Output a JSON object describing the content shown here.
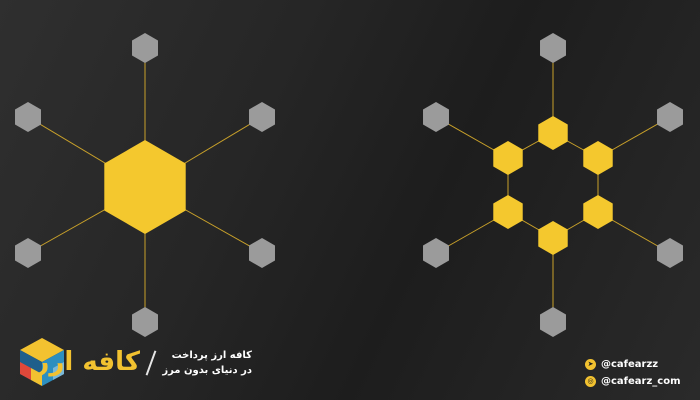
{
  "brand": {
    "name": "کافه ارز",
    "tagline_line1": "کافه ارز پرداخت",
    "tagline_line2": "در دنیای بدون مرز"
  },
  "social": {
    "telegram_handle": "@cafearzz",
    "instagram_handle": "@cafearz_com",
    "telegram_icon": "telegram-icon",
    "instagram_icon": "instagram-icon"
  },
  "colors": {
    "hub": "#f4c82e",
    "node": "#9b9b9b",
    "edge": "#c9a12a",
    "accent": "#f2c230"
  },
  "diagram": {
    "left_network": {
      "description_type": "centralized",
      "hub": "central",
      "nodes": [
        "top",
        "top-right",
        "bottom-right",
        "bottom",
        "bottom-left",
        "top-left"
      ],
      "edges": [
        [
          "central",
          "top"
        ],
        [
          "central",
          "top-right"
        ],
        [
          "central",
          "bottom-right"
        ],
        [
          "central",
          "bottom"
        ],
        [
          "central",
          "bottom-left"
        ],
        [
          "central",
          "top-left"
        ]
      ]
    },
    "right_network": {
      "description_type": "distributed",
      "ring": [
        "r-top",
        "r-top-right",
        "r-bottom-right",
        "r-bottom",
        "r-bottom-left",
        "r-top-left"
      ],
      "outer": [
        "o-top",
        "o-top-right",
        "o-bottom-right",
        "o-bottom",
        "o-bottom-left",
        "o-top-left"
      ],
      "edges": [
        [
          "r-top",
          "r-top-right"
        ],
        [
          "r-top-right",
          "r-bottom-right"
        ],
        [
          "r-bottom-right",
          "r-bottom"
        ],
        [
          "r-bottom",
          "r-bottom-left"
        ],
        [
          "r-bottom-left",
          "r-top-left"
        ],
        [
          "r-top-left",
          "r-top"
        ],
        [
          "r-top",
          "o-top"
        ],
        [
          "r-top-right",
          "o-top-right"
        ],
        [
          "r-bottom-right",
          "o-bottom-right"
        ],
        [
          "r-bottom",
          "o-bottom"
        ],
        [
          "r-bottom-left",
          "o-bottom-left"
        ],
        [
          "r-top-left",
          "o-top-left"
        ]
      ]
    }
  }
}
